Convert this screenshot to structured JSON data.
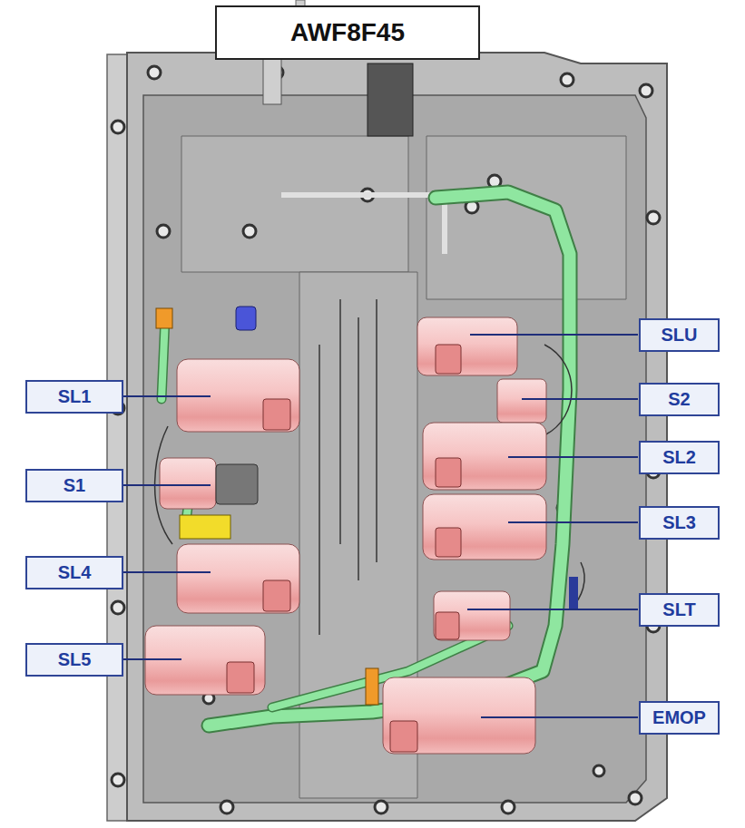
{
  "diagram": {
    "title": "AWF8F45",
    "nodes": [
      {
        "text": [
          "SLU"
        ]
      },
      {
        "text": [
          "SL1"
        ]
      },
      {
        "text": [
          "S2"
        ]
      },
      {
        "text": [
          "SL2"
        ]
      },
      {
        "text": [
          "S1"
        ]
      },
      {
        "text": [
          "SL3"
        ]
      },
      {
        "text": [
          "SL4"
        ]
      },
      {
        "text": [
          "SLT"
        ]
      },
      {
        "text": [
          "SL5"
        ]
      },
      {
        "text": [
          "EMOP"
        ]
      }
    ]
  }
}
